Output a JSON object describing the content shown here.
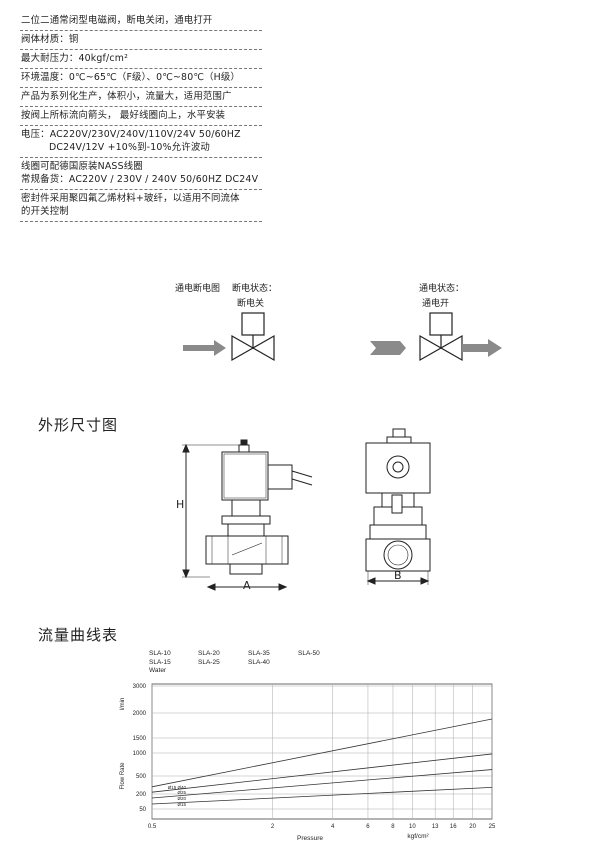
{
  "specs": [
    {
      "lines": [
        "二位二通常闭型电磁阀，断电关闭，通电打开"
      ]
    },
    {
      "lines": [
        "阀体材质：铜"
      ]
    },
    {
      "lines": [
        "最大耐压力：40kgf/cm²"
      ]
    },
    {
      "lines": [
        "环境温度：0℃~65℃（F级）、0℃~80℃（H级）"
      ]
    },
    {
      "lines": [
        "产品为系列化生产，体积小，流量大，适用范围广"
      ]
    },
    {
      "lines": [
        "按阀上所标流向箭头，    最好线圈向上，水平安装"
      ]
    },
    {
      "lines": [
        "电压：AC220V/230V/240V/110V/24V  50/60HZ",
        "DC24V/12V  +10%到-10%允许波动"
      ]
    },
    {
      "lines": [
        "线圈可配德国原装NASS线圈",
        "常规备货：AC220V / 230V / 240V  50/60HZ  DC24V"
      ]
    },
    {
      "lines": [
        "密封件采用聚四氟乙烯材料+玻纤，以适用不同流体",
        "的开关控制"
      ]
    }
  ],
  "diagram": {
    "label_energized_symbol": "通电断电图",
    "label_off_state": "断电状态：",
    "label_off": "断电关",
    "label_on_state": "通电状态：",
    "label_on": "通电开"
  },
  "dimensions": {
    "title": "外形尺寸图",
    "label_h": "H",
    "label_a": "A",
    "label_b": "B"
  },
  "flow": {
    "title": "流量曲线表",
    "legend": [
      [
        "SLA-10",
        "SLA-20",
        "SLA-35",
        "SLA-50"
      ],
      [
        "SLA-15",
        "SLA-25",
        "SLA-40",
        ""
      ],
      [
        "Water",
        "",
        "",
        ""
      ]
    ]
  },
  "chart_data": {
    "type": "line",
    "xlabel": "Pressure",
    "xunit": "kgf/cm²",
    "ylabel": "Flow Rate",
    "yunit": "l/min",
    "x_ticks": [
      "0.5",
      "2",
      "4",
      "6",
      "8",
      "10",
      "13",
      "16",
      "20",
      "25"
    ],
    "y_ticks": [
      "3000",
      "2000",
      "1500",
      "1000",
      "500",
      "200",
      "50"
    ],
    "series_labels": [
      "Ø15 Ø40",
      "Ø25",
      "Ø20",
      "Ø15"
    ],
    "series": [
      {
        "name": "Ø40",
        "x": [
          0.5,
          25
        ],
        "y": [
          320,
          1880
        ]
      },
      {
        "name": "Ø25",
        "x": [
          0.5,
          25
        ],
        "y": [
          230,
          980
        ]
      },
      {
        "name": "Ø20",
        "x": [
          0.5,
          25
        ],
        "y": [
          160,
          640
        ]
      },
      {
        "name": "Ø15",
        "x": [
          0.5,
          25
        ],
        "y": [
          100,
          310
        ]
      }
    ]
  }
}
